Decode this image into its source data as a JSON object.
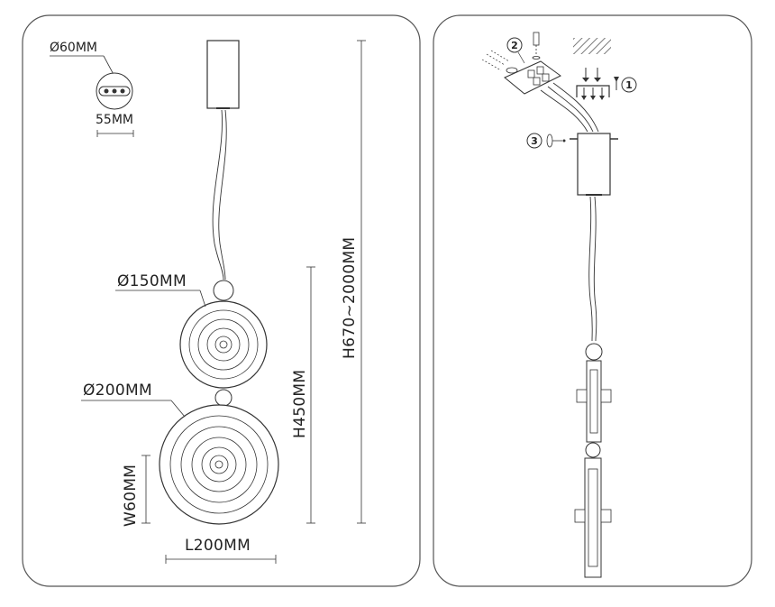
{
  "left_panel": {
    "canopy_diameter": "Ø60MM",
    "canopy_depth": "55MM",
    "total_height": "H670~2000MM",
    "top_disc_diameter": "Ø150MM",
    "bottom_disc_diameter": "Ø200MM",
    "body_height": "H450MM",
    "width": "W60MM",
    "length": "L200MM"
  },
  "right_panel": {
    "steps": [
      "1",
      "2",
      "3"
    ]
  },
  "colors": {
    "line": "#333333",
    "panel_border": "#555555",
    "hatch": "#777777",
    "background": "#ffffff"
  }
}
